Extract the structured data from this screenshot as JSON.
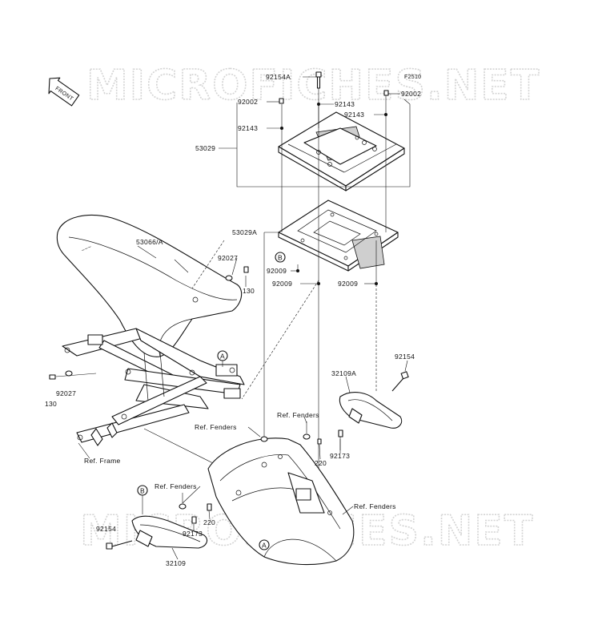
{
  "diagram_code": "F2510",
  "watermark": "MICROFICHES.NET",
  "direction_tag": "FRONT",
  "callouts": {
    "A": "A",
    "B": "B"
  },
  "labels": {
    "p92154A": "92154A",
    "p92002_left": "92002",
    "p92002_right": "92002",
    "p92143_top": "92143",
    "p92143_right": "92143",
    "p92143_left": "92143",
    "p53029": "53029",
    "p53029A": "53029A",
    "p53066A": "53066/A",
    "p92027_top": "92027",
    "p130_top": "130",
    "p92009_a": "92009",
    "p92009_b": "92009",
    "p92009_c": "92009",
    "p92154_right": "92154",
    "p32109A": "32109A",
    "p92027_left": "92027",
    "p130_left": "130",
    "ref_fenders_1": "Ref. Fenders",
    "ref_fenders_2": "Ref. Fenders",
    "ref_fenders_3": "Ref. Fenders",
    "ref_fenders_4": "Ref. Fenders",
    "ref_frame": "Ref. Frame",
    "p220_right": "220",
    "p92173_right": "92173",
    "p92154_left": "92154",
    "p92173_left": "92173",
    "p220_left": "220",
    "p32109": "32109"
  }
}
